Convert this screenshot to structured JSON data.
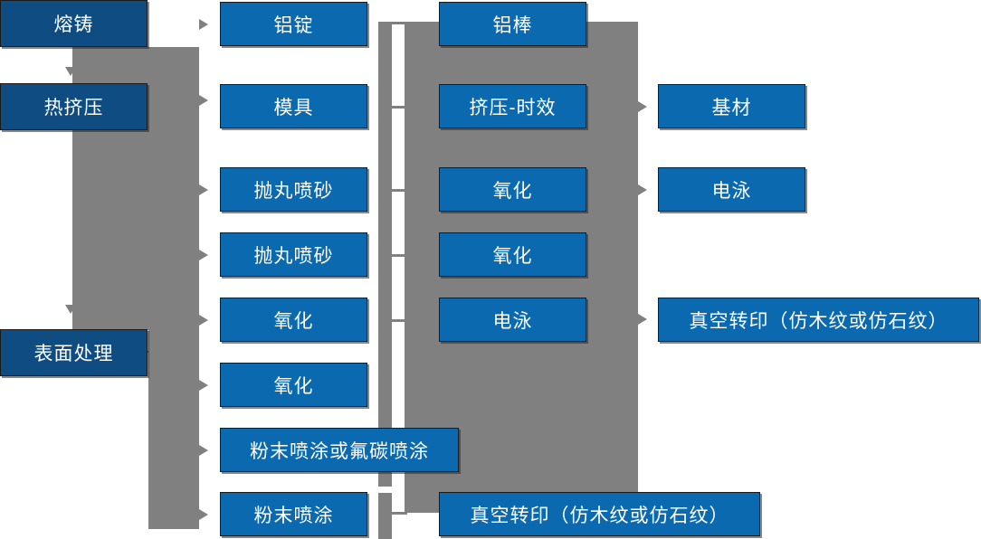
{
  "diagram": {
    "type": "process-flowchart",
    "title": "",
    "colors": {
      "stage_box": "#0F4C81",
      "step_box": "#0B69B0",
      "connector": "#808080",
      "background": "#FFFFFF",
      "text": "#FFFFFF"
    },
    "columns": [
      {
        "name": "stages",
        "nodes": [
          {
            "id": "stage-1",
            "label": "熔铸",
            "style": "dark"
          },
          {
            "id": "stage-2",
            "label": "热挤压",
            "style": "dark"
          },
          {
            "id": "stage-3",
            "label": "表面处理",
            "style": "dark"
          }
        ]
      },
      {
        "name": "operations",
        "nodes": [
          {
            "id": "op-1",
            "label": "铝锭",
            "style": "light"
          },
          {
            "id": "op-2",
            "label": "模具",
            "style": "light"
          },
          {
            "id": "op-3",
            "label": "抛丸喷砂",
            "style": "light"
          },
          {
            "id": "op-4",
            "label": "抛丸喷砂",
            "style": "light"
          },
          {
            "id": "op-5",
            "label": "氧化",
            "style": "light"
          },
          {
            "id": "op-6",
            "label": "氧化",
            "style": "light"
          },
          {
            "id": "op-7",
            "label": "粉末喷涂或氟碳喷涂",
            "style": "light"
          },
          {
            "id": "op-8",
            "label": "粉末喷涂",
            "style": "light"
          }
        ]
      },
      {
        "name": "treatments",
        "nodes": [
          {
            "id": "tr-1",
            "label": "铝棒",
            "style": "light"
          },
          {
            "id": "tr-2",
            "label": "挤压-时效",
            "style": "light"
          },
          {
            "id": "tr-3",
            "label": "氧化",
            "style": "light"
          },
          {
            "id": "tr-4",
            "label": "氧化",
            "style": "light"
          },
          {
            "id": "tr-5",
            "label": "电泳",
            "style": "light"
          },
          {
            "id": "tr-6",
            "label": "真空转印（仿木纹或仿石纹）",
            "style": "light"
          }
        ]
      },
      {
        "name": "outputs",
        "nodes": [
          {
            "id": "out-1",
            "label": "基材",
            "style": "light"
          },
          {
            "id": "out-2",
            "label": "电泳",
            "style": "light"
          },
          {
            "id": "out-3",
            "label": "真空转印（仿木纹或仿石纹）",
            "style": "light"
          }
        ]
      }
    ],
    "connectors": {
      "stage_chain_arrows": 2,
      "operation_arrows": 8,
      "treatment_tick_lines": 5,
      "output_arrows": 3
    }
  }
}
